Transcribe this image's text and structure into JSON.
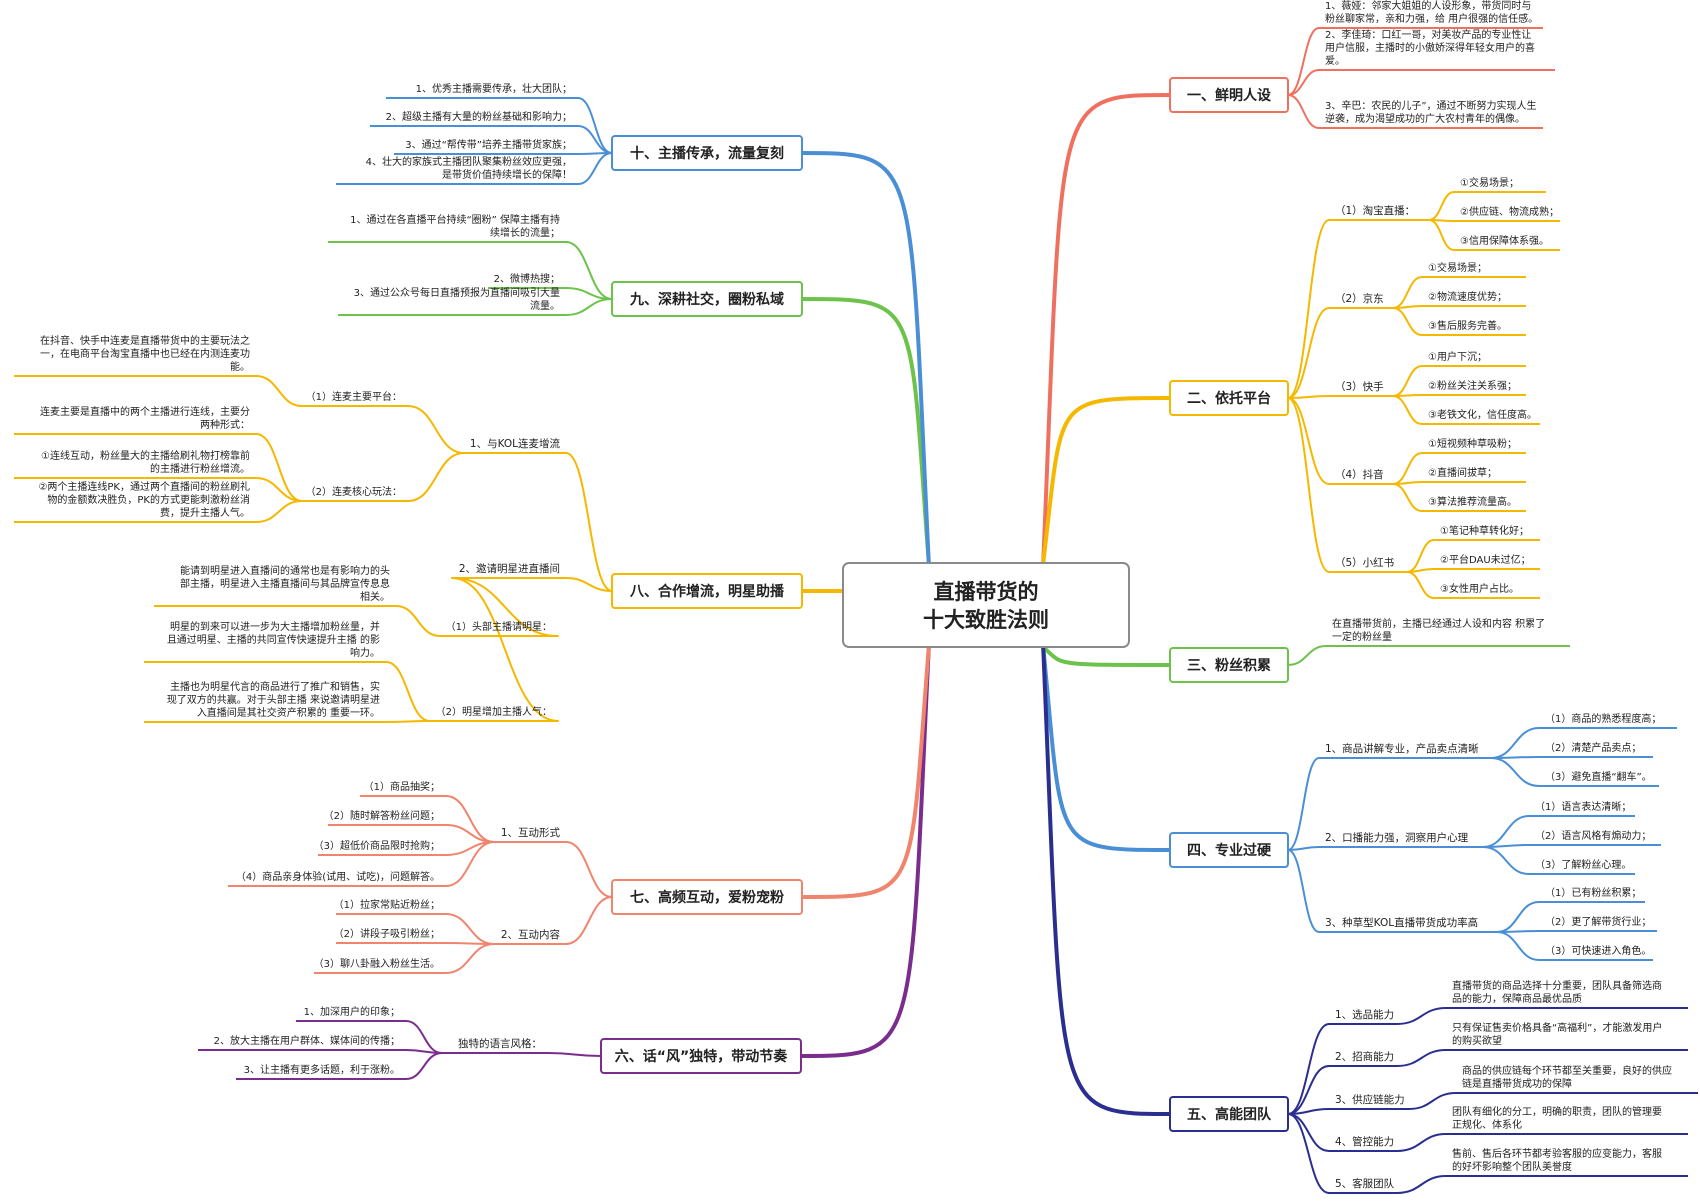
{
  "root": {
    "lines": [
      "直播带货的",
      "十大致胜法则"
    ]
  },
  "colors": {
    "red": "#f07060",
    "orange": "#f5b800",
    "green": "#6cc24a",
    "blue": "#4a8fd6",
    "navy": "#2a2f8f",
    "purple": "#7b2d8e",
    "salmon": "#f0856e",
    "root_border": "#8a8a8a"
  },
  "branches": [
    {
      "label": "一、鲜明人设",
      "color": "red"
    },
    {
      "label": "二、依托平台",
      "color": "orange"
    },
    {
      "label": "三、粉丝积累",
      "color": "green"
    },
    {
      "label": "四、专业过硬",
      "color": "blue"
    },
    {
      "label": "五、高能团队",
      "color": "navy"
    },
    {
      "label": "六、话“风”独特，带动节奏",
      "color": "purple"
    },
    {
      "label": "七、高频互动，爱粉宠粉",
      "color": "salmon"
    },
    {
      "label": "八、合作增流，明星助播",
      "color": "orange"
    },
    {
      "label": "九、深耕社交，圈粉私域",
      "color": "green"
    },
    {
      "label": "十、主播传承，流量复刻",
      "color": "blue"
    }
  ],
  "nodes": [
    {
      "lines": [
        "1、薇娅：邻家大姐姐的人设形象，带货同时与",
        "粉丝聊家常，亲和力强，给 用户很强的信任感。"
      ]
    },
    {
      "lines": [
        "2、李佳琦：口红一哥，对美妆产品的专业性让",
        "用户信服，主播时的小傲娇深得年轻女用户的喜",
        "爱。"
      ]
    },
    {
      "lines": [
        "3、辛巴：农民的儿子”，通过不断努力实现人生",
        "逆袭，成为渴望成功的广大农村青年的偶像。"
      ]
    },
    {
      "lines": [
        "（1）淘宝直播："
      ]
    },
    {
      "lines": [
        "①交易场景；"
      ]
    },
    {
      "lines": [
        "②供应链、物流成熟；"
      ]
    },
    {
      "lines": [
        "③信用保障体系强。"
      ]
    },
    {
      "lines": [
        "（2）京东"
      ]
    },
    {
      "lines": [
        "①交易场景；"
      ]
    },
    {
      "lines": [
        "②物流速度优势；"
      ]
    },
    {
      "lines": [
        "③售后服务完善。"
      ]
    },
    {
      "lines": [
        "（3）快手"
      ]
    },
    {
      "lines": [
        "①用户下沉；"
      ]
    },
    {
      "lines": [
        "②粉丝关注关系强；"
      ]
    },
    {
      "lines": [
        "③老铁文化，信任度高。"
      ]
    },
    {
      "lines": [
        "（4）抖音"
      ]
    },
    {
      "lines": [
        "①短视频种草吸粉；"
      ]
    },
    {
      "lines": [
        "②直播间拔草；"
      ]
    },
    {
      "lines": [
        "③算法推荐流量高。"
      ]
    },
    {
      "lines": [
        "（5）小红书"
      ]
    },
    {
      "lines": [
        "①笔记种草转化好；"
      ]
    },
    {
      "lines": [
        "②平台DAU未过亿；"
      ]
    },
    {
      "lines": [
        "③女性用户占比。"
      ]
    },
    {
      "lines": [
        "在直播带货前，主播已经通过人设和内容 积累了",
        "一定的粉丝量"
      ]
    },
    {
      "lines": [
        "1、商品讲解专业，产品卖点清晰"
      ]
    },
    {
      "lines": [
        "（1）商品的熟悉程度高；"
      ]
    },
    {
      "lines": [
        "（2）清楚产品卖点；"
      ]
    },
    {
      "lines": [
        "（3）避免直播“翻车”。"
      ]
    },
    {
      "lines": [
        "2、口播能力强，洞察用户心理"
      ]
    },
    {
      "lines": [
        "（1）语言表达清晰；"
      ]
    },
    {
      "lines": [
        "（2）语言风格有煽动力；"
      ]
    },
    {
      "lines": [
        "（3）了解粉丝心理。"
      ]
    },
    {
      "lines": [
        "3、种草型KOL直播带货成功率高"
      ]
    },
    {
      "lines": [
        "（1）已有粉丝积累；"
      ]
    },
    {
      "lines": [
        "（2）更了解带货行业；"
      ]
    },
    {
      "lines": [
        "（3）可快速进入角色。"
      ]
    },
    {
      "lines": [
        "1、选品能力"
      ]
    },
    {
      "lines": [
        "直播带货的商品选择十分重要，团队具备筛选商",
        "品的能力，保障商品最优品质"
      ]
    },
    {
      "lines": [
        "2、招商能力"
      ]
    },
    {
      "lines": [
        "只有保证售卖价格具备“高福利”，才能激发用户",
        "的购买欲望"
      ]
    },
    {
      "lines": [
        "3、供应链能力"
      ]
    },
    {
      "lines": [
        "商品的供应链每个环节都至关重要，良好的供应",
        "链是直播带货成功的保障"
      ]
    },
    {
      "lines": [
        "4、管控能力"
      ]
    },
    {
      "lines": [
        "团队有细化的分工，明确的职责，团队的管理要",
        "正规化、体系化"
      ]
    },
    {
      "lines": [
        "5、客服团队"
      ]
    },
    {
      "lines": [
        "售前、售后各环节都考验客服的应变能力，客服",
        "的好坏影响整个团队美誉度"
      ]
    },
    {
      "lines": [
        "独特的语言风格："
      ]
    },
    {
      "lines": [
        "1、加深用户的印象；"
      ]
    },
    {
      "lines": [
        "2、放大主播在用户群体、媒体间的传播；"
      ]
    },
    {
      "lines": [
        "3、让主播有更多话题，利于涨粉。"
      ]
    },
    {
      "lines": [
        "1、互动形式"
      ]
    },
    {
      "lines": [
        "（1）商品抽奖；"
      ]
    },
    {
      "lines": [
        "（2）随时解答粉丝问题；"
      ]
    },
    {
      "lines": [
        "（3）超低价商品限时抢购；"
      ]
    },
    {
      "lines": [
        "（4）商品亲身体验(试用、试吃)，问题解答。"
      ]
    },
    {
      "lines": [
        "2、互动内容"
      ]
    },
    {
      "lines": [
        "（1）拉家常贴近粉丝；"
      ]
    },
    {
      "lines": [
        "（2）讲段子吸引粉丝；"
      ]
    },
    {
      "lines": [
        "（3）聊八卦融入粉丝生活。"
      ]
    },
    {
      "lines": [
        "1、与KOL连麦增流"
      ]
    },
    {
      "lines": [
        "（1）连麦主要平台："
      ]
    },
    {
      "lines": [
        "在抖音、快手中连麦是直播带货中的主要玩法之",
        "一，在电商平台淘宝直播中也已经在内测连麦功",
        "能。"
      ]
    },
    {
      "lines": [
        "（2）连麦核心玩法："
      ]
    },
    {
      "lines": [
        "连麦主要是直播中的两个主播进行连线，主要分",
        "两种形式："
      ]
    },
    {
      "lines": [
        "①连线互动，粉丝量大的主播给刷礼物打榜靠前",
        "的主播进行粉丝增流。"
      ]
    },
    {
      "lines": [
        "②两个主播连线PK，通过两个直播间的粉丝刷礼",
        "物的金额数决胜负，PK的方式更能刺激粉丝消",
        "费，提升主播人气。"
      ]
    },
    {
      "lines": [
        "2、邀请明星进直播间"
      ]
    },
    {
      "lines": [
        "（1）头部主播请明星："
      ]
    },
    {
      "lines": [
        "能请到明星进入直播间的通常也是有影响力的头",
        "部主播，明星进入主播直播间与其品牌宣传息息",
        "相关。"
      ]
    },
    {
      "lines": [
        "（2）明星增加主播人气："
      ]
    },
    {
      "lines": [
        "明星的到来可以进一步为大主播增加粉丝量，并",
        "且通过明星、主播的共同宣传快速提升主播 的影",
        "响力。"
      ]
    },
    {
      "lines": [
        "主播也为明星代言的商品进行了推广和销售，实",
        "现了双方的共赢。对于头部主播 来说邀请明星进",
        "入直播间是其社交资产积累的 重要一环。"
      ]
    },
    {
      "lines": [
        "1、通过在各直播平台持续“圈粉” 保障主播有持",
        "续增长的流量；"
      ]
    },
    {
      "lines": [
        "2、微博热搜；"
      ]
    },
    {
      "lines": [
        "3、通过公众号每日直播预报为直播间吸引大量",
        "流量。"
      ]
    },
    {
      "lines": [
        "1、优秀主播需要传承，壮大团队；"
      ]
    },
    {
      "lines": [
        "2、超级主播有大量的粉丝基础和影响力；"
      ]
    },
    {
      "lines": [
        "3、通过“帮传带”培养主播带货家族；"
      ]
    },
    {
      "lines": [
        "4、壮大的家族式主播团队聚集粉丝效应更强，",
        "是带货价值持续增长的保障！"
      ]
    }
  ]
}
